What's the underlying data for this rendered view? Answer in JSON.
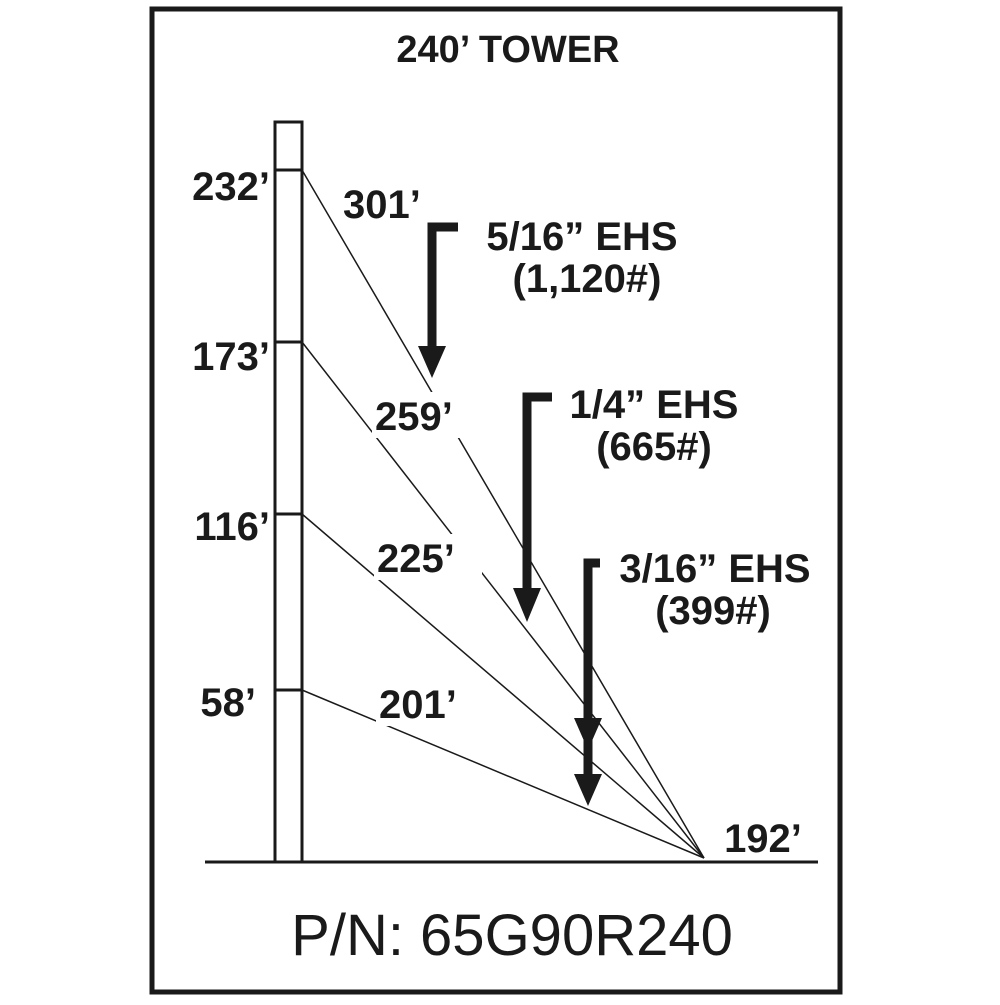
{
  "title": "240’ TOWER",
  "part_number": "P/N: 65G90R240",
  "anchor_distance": "192’",
  "attachment_heights": [
    "232’",
    "173’",
    "116’",
    "58’"
  ],
  "guy_lengths": [
    "301’",
    "259’",
    "225’",
    "201’"
  ],
  "cables": [
    {
      "size": "5/16” EHS",
      "load": "(1,120#)"
    },
    {
      "size": "1/4” EHS",
      "load": "(665#)"
    },
    {
      "size": "3/16” EHS",
      "load": "(399#)"
    }
  ],
  "colors": {
    "ink": "#1a1a1a",
    "background": "#ffffff"
  }
}
